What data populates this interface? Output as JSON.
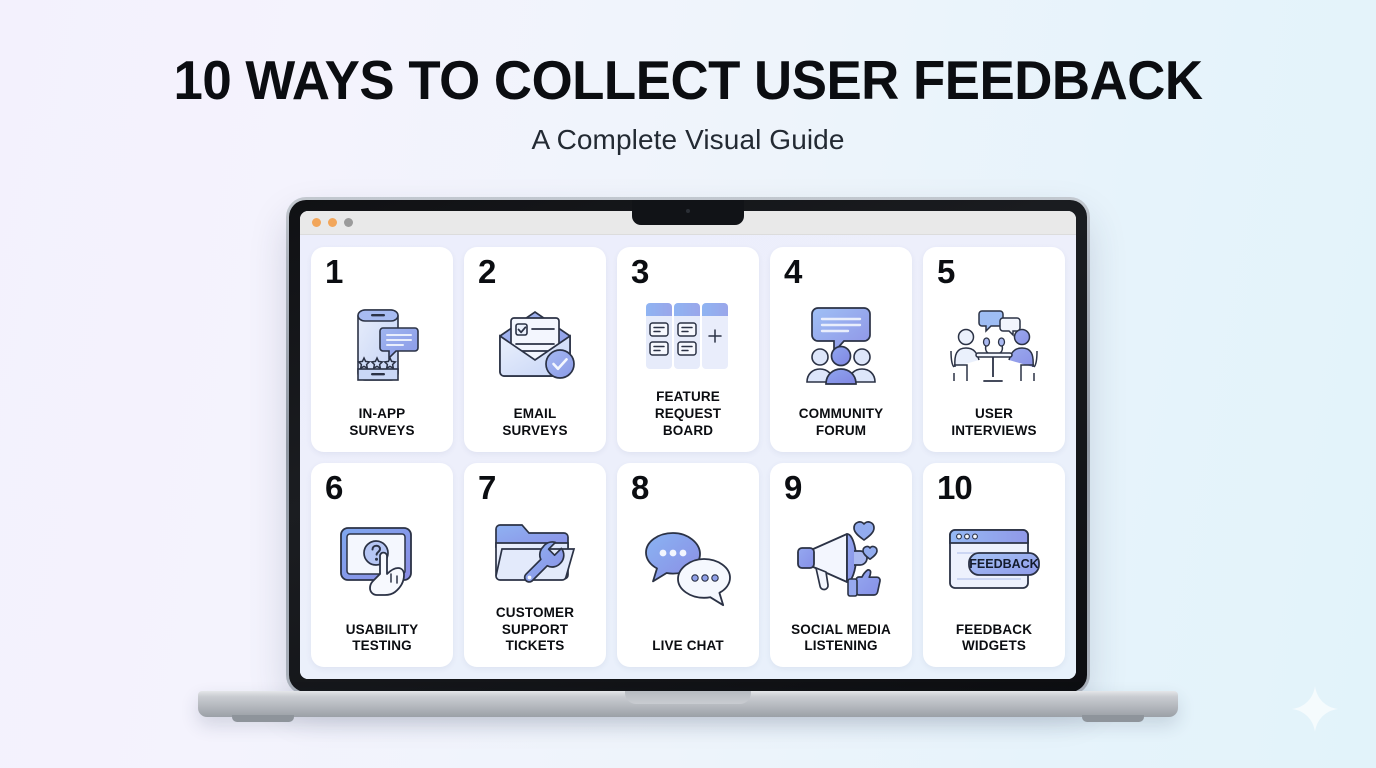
{
  "header": {
    "title": "10 WAYS TO COLLECT USER FEEDBACK",
    "subtitle": "A Complete Visual Guide"
  },
  "colors": {
    "background_left": "#f3f1fd",
    "background_right": "#e2f3fa",
    "card_background": "#ffffff",
    "text": "#0b0d11",
    "accent_blue": "#7b8fe8",
    "icon_light": "#dbe3f7",
    "icon_mid": "#a9bdf2",
    "icon_stroke": "#2b3245",
    "chrome_bar": "#e9e9e9",
    "screen_background": "#eceefb"
  },
  "browser": {
    "traffic_lights": [
      "orange",
      "orange",
      "gray"
    ]
  },
  "cards": [
    {
      "number": "1",
      "label": "IN-APP\nSURVEYS",
      "icon": "phone-survey-icon"
    },
    {
      "number": "2",
      "label": "EMAIL\nSURVEYS",
      "icon": "envelope-check-icon"
    },
    {
      "number": "3",
      "label": "FEATURE\nREQUEST\nBOARD",
      "icon": "kanban-board-icon"
    },
    {
      "number": "4",
      "label": "COMMUNITY\nFORUM",
      "icon": "people-speech-bubble-icon"
    },
    {
      "number": "5",
      "label": "USER\nINTERVIEWS",
      "icon": "interview-table-icon"
    },
    {
      "number": "6",
      "label": "USABILITY\nTESTING",
      "icon": "tablet-hand-question-icon"
    },
    {
      "number": "7",
      "label": "CUSTOMER\nSUPPORT\nTICKETS",
      "icon": "folder-wrench-icon"
    },
    {
      "number": "8",
      "label": "LIVE CHAT",
      "icon": "two-chat-bubbles-icon"
    },
    {
      "number": "9",
      "label": "SOCIAL MEDIA\nLISTENING",
      "icon": "megaphone-hearts-icon"
    },
    {
      "number": "10",
      "label": "FEEDBACK\nWIDGETS",
      "icon": "browser-feedback-button-icon"
    }
  ],
  "card10": {
    "button_label": "FEEDBACK"
  },
  "decoration": {
    "sparkle": "sparkle-icon"
  }
}
